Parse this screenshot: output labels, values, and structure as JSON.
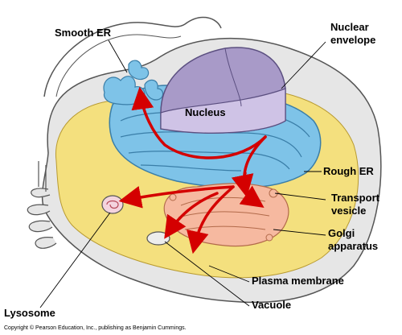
{
  "labels": {
    "smooth_er": "Smooth ER",
    "nuclear_envelope_1": "Nuclear",
    "nuclear_envelope_2": "envelope",
    "nucleus": "Nucleus",
    "rough_er": "Rough ER",
    "transport_vesicle_1": "Transport",
    "transport_vesicle_2": "vesicle",
    "golgi_1": "Golgi",
    "golgi_2": "apparatus",
    "plasma_membrane": "Plasma membrane",
    "vacuole": "Vacuole",
    "lysosome": "Lysosome"
  },
  "copyright": "Copyright © Pearson Education, Inc., publishing as Benjamin Cummings.",
  "colors": {
    "membrane_fill": "#e6e6e6",
    "membrane_stroke": "#555555",
    "cytoplasm": "#f4e07e",
    "er": "#7ec3e8",
    "er_dark": "#3a7ea8",
    "nucleus_cut": "#cfc3e6",
    "nucleus_dome": "#a89ac8",
    "golgi": "#f6b9a0",
    "arrow": "#d40000"
  }
}
